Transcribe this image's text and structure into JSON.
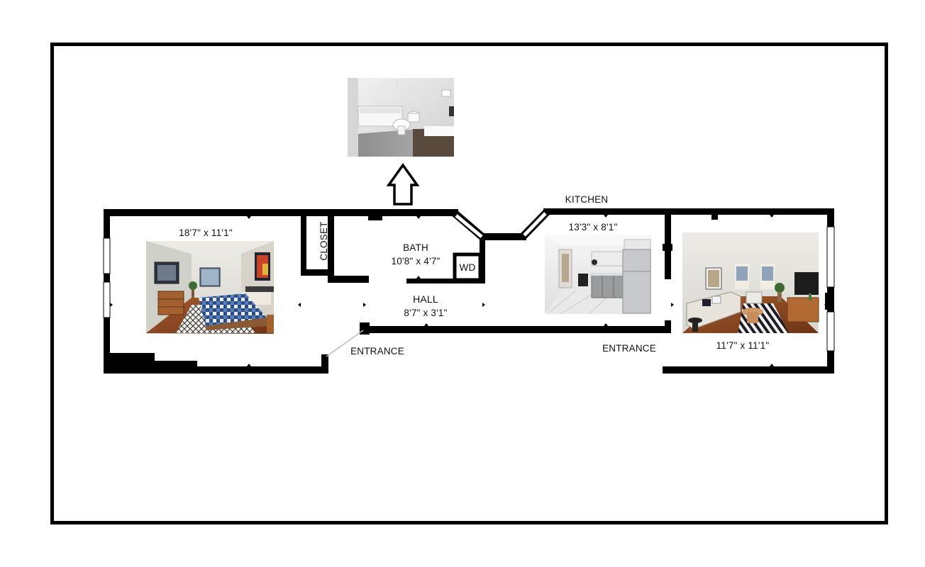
{
  "rooms": {
    "bedroom": {
      "dims": "18'7\" x 11'1\""
    },
    "closet": {
      "label": "CLOSET"
    },
    "bath": {
      "label": "BATH",
      "dims": "10'8\" x 4'7\""
    },
    "wd": {
      "label": "WD"
    },
    "hall": {
      "label": "HALL",
      "dims": "8'7\" x 3'1\""
    },
    "kitchen": {
      "label": "KITCHEN",
      "dims": "13'3\" x 8'1\""
    },
    "living": {
      "dims": "11'7\" x 11'1\""
    }
  },
  "entrances": {
    "left": "ENTRANCE",
    "right": "ENTRANCE"
  },
  "photos": [
    {
      "name": "bathroom-photo",
      "subject": "bathroom"
    },
    {
      "name": "bedroom-photo",
      "subject": "bedroom"
    },
    {
      "name": "kitchen-photo",
      "subject": "kitchen"
    },
    {
      "name": "living-room-photo",
      "subject": "living room"
    }
  ],
  "colors": {
    "wall": "#000000",
    "background": "#ffffff"
  }
}
